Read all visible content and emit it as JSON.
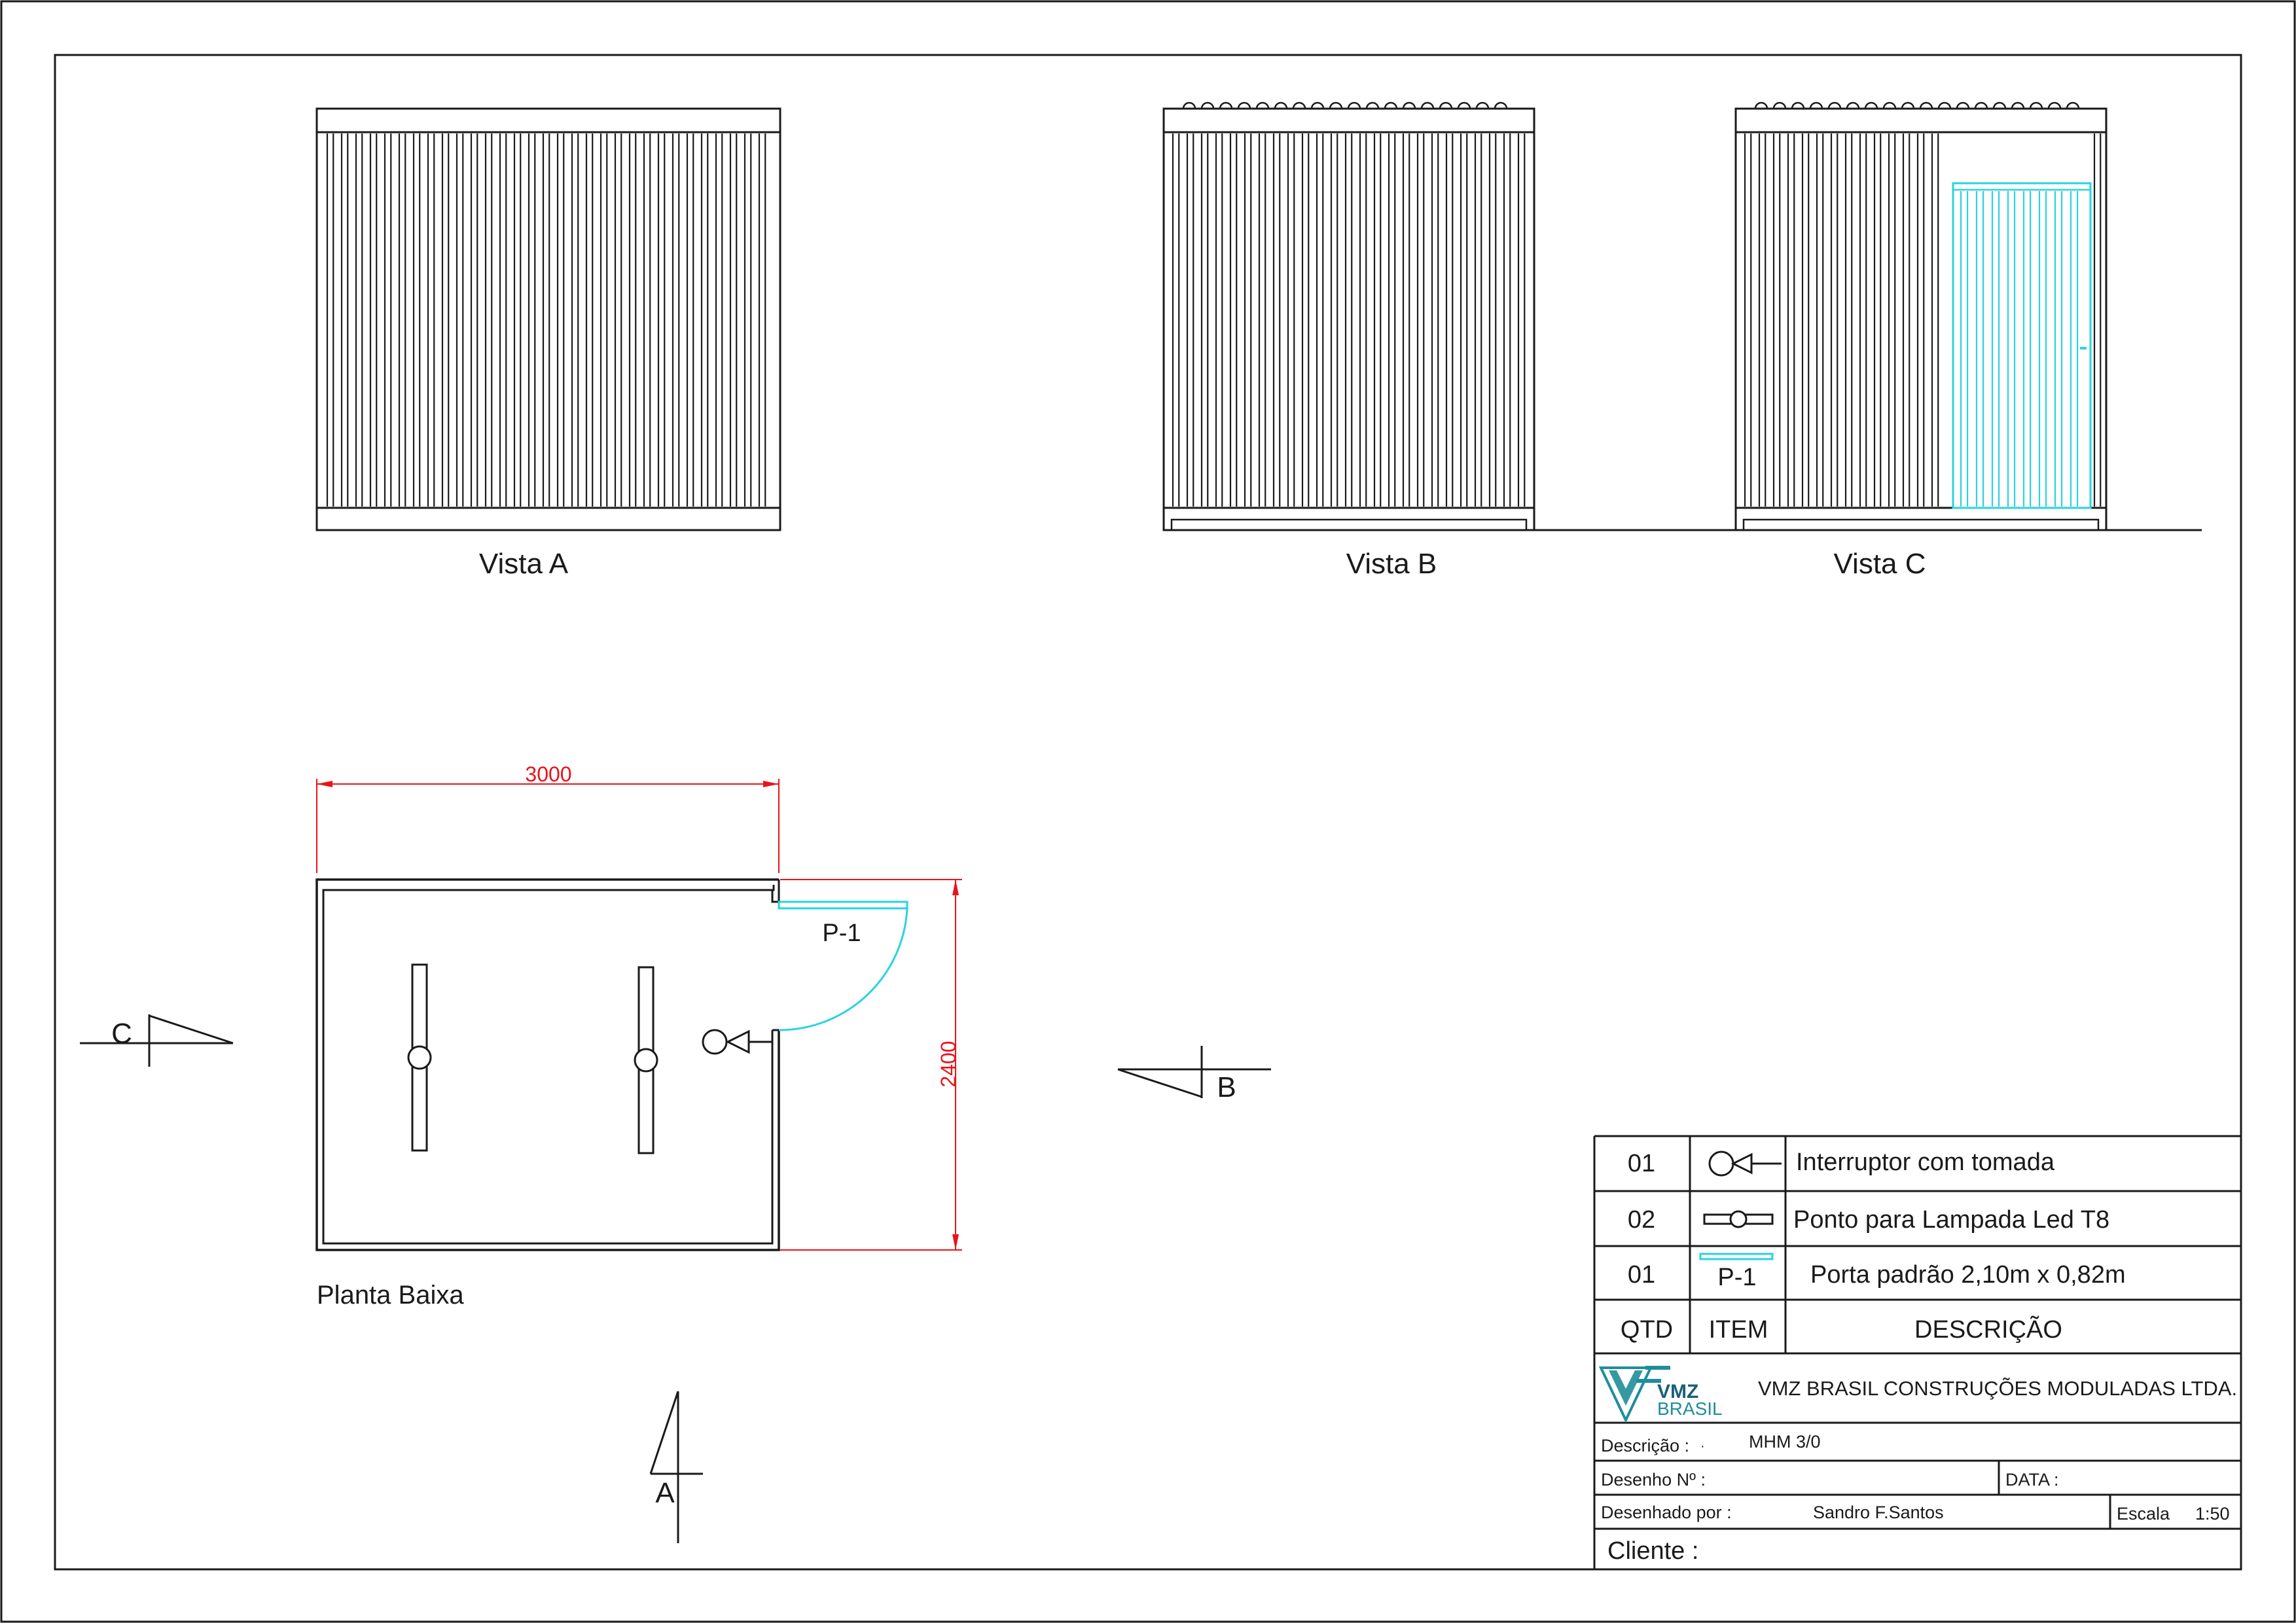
{
  "views": {
    "vista_a": "Vista A",
    "vista_b": "Vista B",
    "vista_c": "Vista C"
  },
  "plan": {
    "title": "Planta Baixa",
    "width_dim": "3000",
    "depth_dim": "2400",
    "door_tag": "P-1"
  },
  "section_markers": {
    "a": "A",
    "b": "B",
    "c": "C"
  },
  "legend": {
    "rows": [
      {
        "qtd": "01",
        "symbol": "switch-outlet-icon",
        "descricao": "Interruptor com tomada"
      },
      {
        "qtd": "02",
        "symbol": "led-lamp-icon",
        "descricao": "Ponto para Lampada Led T8"
      },
      {
        "qtd": "01",
        "item": "P-1",
        "descricao": "Porta padrão  2,10m x 0,82m"
      }
    ],
    "header": {
      "qtd": "QTD",
      "item": "ITEM",
      "descricao": "DESCRIÇÃO"
    }
  },
  "title_block": {
    "logo_top": "VMZ",
    "logo_bottom": "BRASIL",
    "company": "VMZ BRASIL CONSTRUÇÕES MODULADAS LTDA.",
    "descricao_label": "Descrição :",
    "descricao_value": "MHM 3/0",
    "desenho_label": "Desenho  Nº :",
    "data_label": "DATA :",
    "desenhado_label": "Desenhado por  :",
    "desenhado_value": "Sandro F.Santos",
    "escala_label": "Escala",
    "escala_value": "1:50",
    "cliente_label": "Cliente :"
  },
  "colors": {
    "line": "#1a1a1a",
    "dimension": "#e8141c",
    "door": "#2ad3e0",
    "logo": "#1f8e9a"
  }
}
